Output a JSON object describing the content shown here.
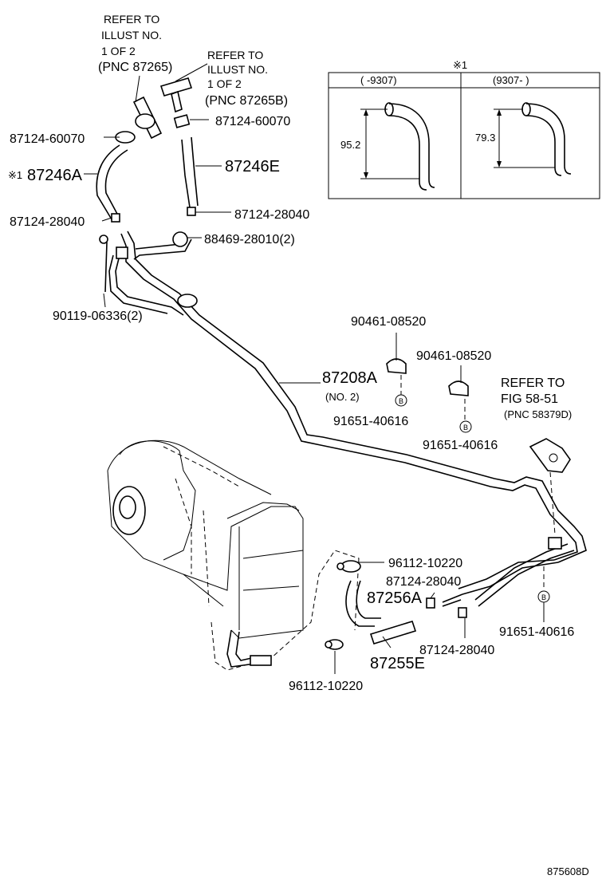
{
  "diagram": {
    "doc_code": "875608D",
    "note_mark": "※1",
    "inset": {
      "title": "※1",
      "col_left_header": "(     -9307)",
      "col_right_header": "(9307-     )",
      "left_dimension": "95.2",
      "right_dimension": "79.3"
    },
    "labels": {
      "refer1_line1": "REFER TO",
      "refer1_line2": "ILLUST NO.",
      "refer1_line3": "1 OF 2",
      "refer1_line4": "(PNC 87265)",
      "refer2_line1": "REFER TO",
      "refer2_line2": "ILLUST NO.",
      "refer2_line3": "1 OF 2",
      "refer2_line4": "(PNC 87265B)",
      "refer3_line1": "REFER TO",
      "refer3_line2": "FIG 58-51",
      "refer3_line3": "(PNC 58379D)",
      "p87124_60070_left": "87124-60070",
      "p87124_60070_right": "87124-60070",
      "p87246A": "87246A",
      "p87246E": "87246E",
      "p87124_28040_left": "87124-28040",
      "p87124_28040_right": "87124-28040",
      "p88469": "88469-28010(2)",
      "p90119": "90119-06336(2)",
      "p90461_a": "90461-08520",
      "p90461_b": "90461-08520",
      "p87208A": "87208A",
      "p87208A_sub": "(NO. 2)",
      "p91651_a": "91651-40616",
      "p91651_b": "91651-40616",
      "p91651_c": "91651-40616",
      "p96112_top": "96112-10220",
      "p87124_28040_mid": "87124-28040",
      "p87256A": "87256A",
      "p87124_28040_low": "87124-28040",
      "p87255E": "87255E",
      "p96112_bottom": "96112-10220",
      "b_mark": "B"
    }
  }
}
